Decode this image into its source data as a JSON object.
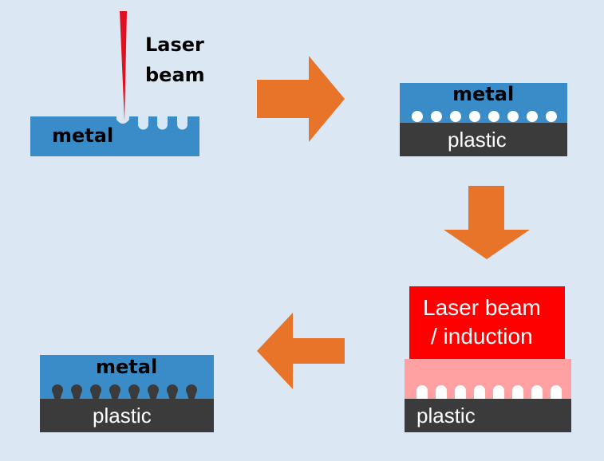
{
  "step1": {
    "beam_label_line1": "Laser",
    "beam_label_line2": "beam",
    "metal_label": "metal"
  },
  "step2": {
    "metal_label": "metal",
    "plastic_label": "plastic"
  },
  "step3": {
    "heat_source_line1": "Laser beam",
    "heat_source_line2": "/ induction",
    "plastic_label": "plastic"
  },
  "step4": {
    "metal_label": "metal",
    "plastic_label": "plastic"
  },
  "colors": {
    "background": "#dbe8f4",
    "metal": "#3a8cc8",
    "plastic": "#3b3b3b",
    "arrow": "#e8742a",
    "laser": "#e01020",
    "heat_source": "#ff0000",
    "heated_metal": "#ffa0a3"
  },
  "arrows": [
    "arrow-right",
    "arrow-down",
    "arrow-left"
  ]
}
